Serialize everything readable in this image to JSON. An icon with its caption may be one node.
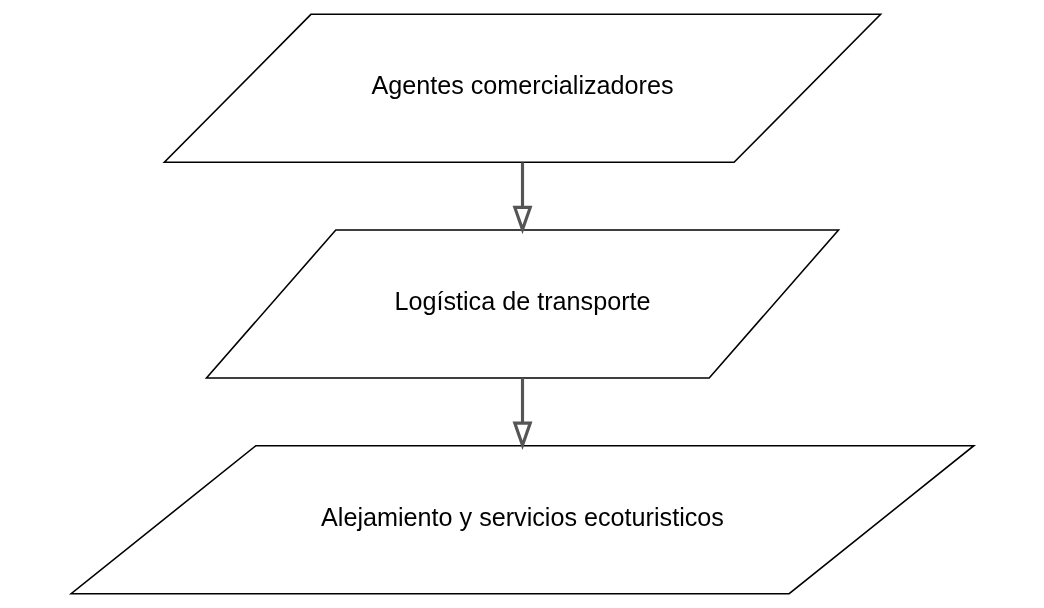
{
  "diagram": {
    "nodes": [
      {
        "text": [
          "Agentes comercializadores"
        ]
      },
      {
        "text": [
          "Logística de transporte"
        ]
      },
      {
        "text": [
          "Alejamiento y servicios ecoturisticos"
        ]
      }
    ],
    "edges": [
      {
        "from": 0,
        "to": 1,
        "arrow": "to"
      },
      {
        "from": 1,
        "to": 2,
        "arrow": "to"
      }
    ]
  }
}
